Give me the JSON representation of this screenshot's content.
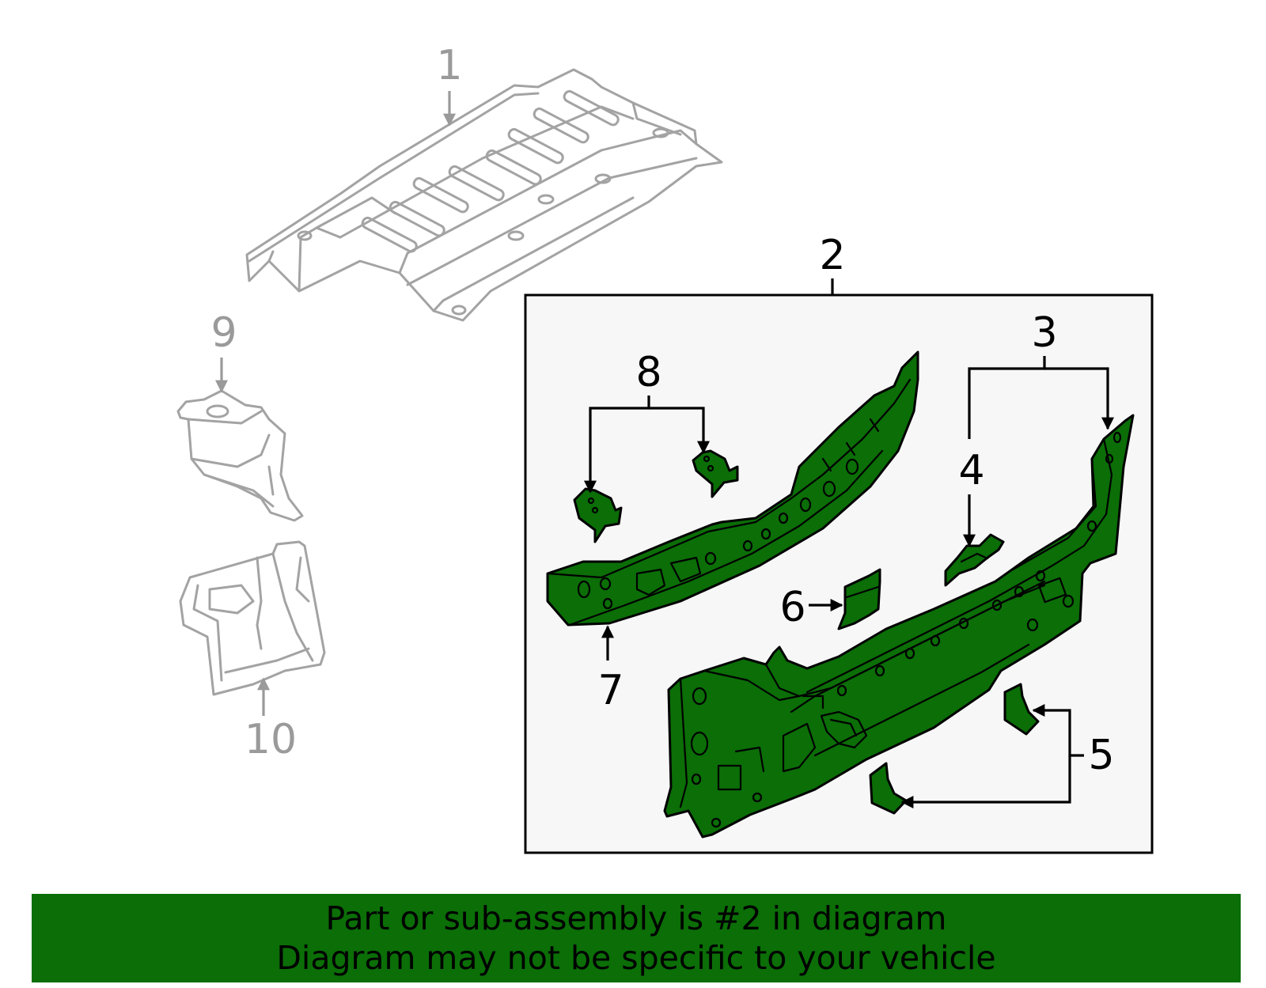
{
  "callouts": {
    "c1": "1",
    "c2": "2",
    "c3": "3",
    "c4": "4",
    "c5": "5",
    "c6": "6",
    "c7": "7",
    "c8": "8",
    "c9": "9",
    "c10": "10"
  },
  "banner": {
    "line1": "Part or sub-assembly is #2 in diagram",
    "line2": "Diagram may not be specific to your vehicle"
  },
  "colors": {
    "highlight": "#0b6e07",
    "context_parts": "#a3a3a3",
    "box_background": "#f7f7f7"
  }
}
